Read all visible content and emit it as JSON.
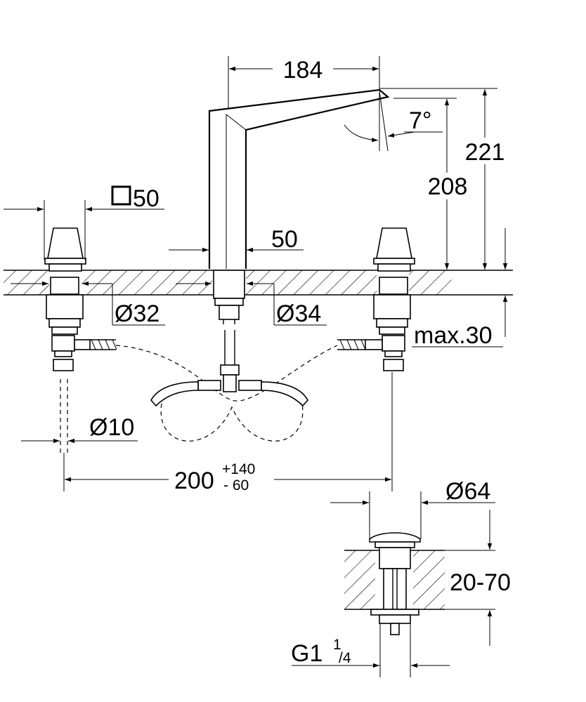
{
  "dimensions": {
    "spout_reach": "184",
    "spout_angle": "7°",
    "total_height": "221",
    "outlet_height": "208",
    "handle_square": "50",
    "spout_base": "50",
    "handle_hole_dia": "Ø32",
    "spout_hole_dia": "Ø34",
    "max_deck_thickness": "max.30",
    "hose_dia": "Ø10",
    "centre_distance": "200",
    "centre_tolerance_plus": "+140",
    "centre_tolerance_minus": "- 60",
    "waste_head_dia": "Ø64",
    "waste_range": "20-70",
    "waste_thread_prefix": "G1",
    "waste_thread_num": "1",
    "waste_thread_den": "/4"
  },
  "colors": {
    "line": "#000000",
    "background": "#ffffff"
  },
  "icons": {
    "square_symbol": "square-symbol-icon"
  }
}
